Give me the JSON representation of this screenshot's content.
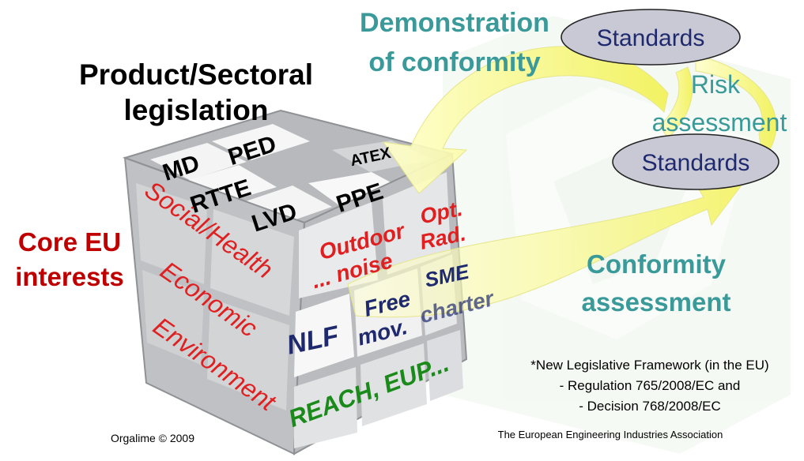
{
  "slide": {
    "heading_line1": "Product/Sectoral",
    "heading_line2": "legislation",
    "core_line1": "Core EU",
    "core_line2": "interests",
    "cube_top": {
      "md": "MD",
      "ped": "PED",
      "atex": "ATEX",
      "rtte": "RTTE",
      "lvd": "LVD",
      "ppe": "PPE"
    },
    "cube_left": {
      "social_health": "Social/Health",
      "economic": "Economic",
      "environment": "Environment"
    },
    "cube_front": {
      "outdoor_line1": "Outdoor",
      "outdoor_line2": "... noise",
      "opt_line1": "Opt.",
      "opt_line2": "Rad.",
      "sme": "SME",
      "nlf": "NLF",
      "free_line1": "Free",
      "free_line2": "mov.",
      "sbs_charter": "charter",
      "reach": "REACH, EUP..."
    },
    "flow": {
      "demo_line1": "Demonstration",
      "demo_line2": "of conformity",
      "standards_top": "Standards",
      "risk_line1": "Risk",
      "risk_line2": "assessment",
      "standards_bottom": "Standards",
      "conf_line1": "Conformity",
      "conf_line2": "assessment"
    },
    "note": {
      "line1": "*New Legislative Framework (in the EU)",
      "line2": "- Regulation 765/2008/EC and",
      "line3": "- Decision 768/2008/EC"
    },
    "footer_left": "Orgalime © 2009",
    "footer_right": "The European Engineering Industries Association",
    "colors": {
      "teal": "#3a9a9a",
      "dark_red": "#c00000",
      "red": "#e02020",
      "navy": "#1f2a6e",
      "green": "#1a8a1a",
      "arrow_yellow": "#f7f68a",
      "ellipse_fill": "#c9c9d6"
    }
  }
}
